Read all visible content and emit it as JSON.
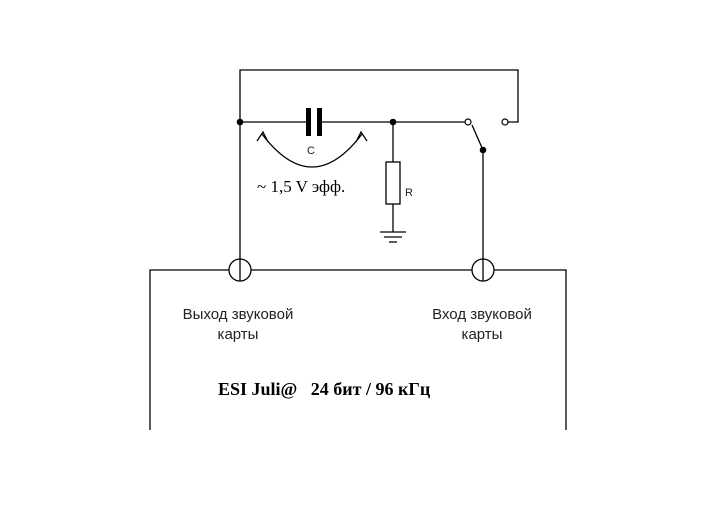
{
  "components": {
    "capacitor_label": "C",
    "resistor_label": "R"
  },
  "voltage_label": "~ 1,5 V эфф.",
  "ports": {
    "output_line1": "Выход звуковой",
    "output_line2": "карты",
    "input_line1": "Вход звуковой",
    "input_line2": "карты"
  },
  "device_title": "ESI Juli@   24 бит / 96 кГц"
}
